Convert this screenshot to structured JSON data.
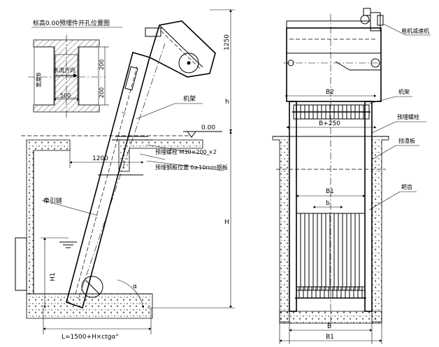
{
  "left_view": {
    "detail_title": "标高0.00预埋件开孔位置图",
    "detail_labels": {
      "water_direction": "水流方向",
      "width_500": "500",
      "height_200_a": "200",
      "height_200_b": "200",
      "side_label": "宽度B"
    },
    "labels": {
      "frame": "机架",
      "chain": "牵引链",
      "elev": "0.00",
      "embed_bolt": "预埋螺栓 M30×200 ×2",
      "embed_steel": "预埋钢板位置 δ≥10mm钢板",
      "dim_1250": "1250",
      "dim_h": "h",
      "dim_H": "H",
      "dim_H1": "H1",
      "dim_1200": "1200",
      "dim_L": "L=1500+H×ctgα°",
      "angle_alpha": "α"
    }
  },
  "right_view": {
    "labels": {
      "motor": "电机减速机",
      "frame": "机架",
      "embed_bolt": "预埋螺栓",
      "guard_plate": "挡渣板",
      "rake": "耙齿",
      "dim_B2": "B2",
      "dim_B250": "B+250",
      "dim_B1_top": "B1",
      "dim_b": "b",
      "dim_B": "B",
      "dim_B1_bottom": "B1"
    }
  }
}
